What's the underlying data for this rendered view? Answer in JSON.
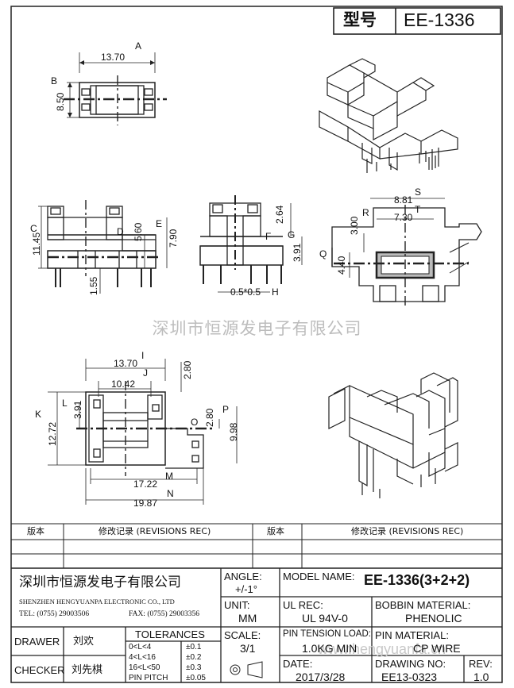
{
  "model_box": {
    "label": "型号",
    "value": "EE-1336"
  },
  "watermark": "深圳市恒源发电子有限公司",
  "watermark_url": "www.hengyuanfa.cn",
  "dimensions": {
    "top_width": "13.70",
    "top_width_ref": "A",
    "top_height": "8.50",
    "top_height_ref": "B",
    "front_height": "11.45",
    "front_height_ref": "C",
    "front_inner": "5.60",
    "front_inner_ref": "D",
    "front_right": "7.90",
    "front_right_ref": "E",
    "front_pin": "1.55",
    "side_upper": "2.64",
    "side_upper_ref": "F",
    "side_lower": "3.91",
    "side_lower_ref": "G",
    "side_pin": "0.5*0.5",
    "side_pin_ref": "H",
    "core_outer": "8.81",
    "core_outer_ref": "S",
    "core_inner": "7.30",
    "core_inner_ref": "T",
    "core_top": "3.00",
    "core_top_ref": "R",
    "core_left": "4.40",
    "core_left_ref": "Q",
    "bottom_top": "13.70",
    "bottom_top_ref": "I",
    "bottom_inner": "10.42",
    "bottom_inner_ref": "J",
    "bottom_right_top": "2.80",
    "bottom_left": "12.72",
    "bottom_left_ref": "K",
    "bottom_left_inner": "3.91",
    "bottom_left_inner_ref": "L",
    "bottom_mid": "2.80",
    "bottom_mid_ref": "O",
    "bottom_right": "9.98",
    "bottom_right_ref": "P",
    "bottom_base": "17.22",
    "bottom_base_ref": "M",
    "bottom_total": "19.87",
    "bottom_total_ref": "N"
  },
  "revisions": {
    "col1": "版本",
    "col2": "修改记录 (REVISIONS REC)",
    "col3": "版本",
    "col4": "修改记录 (REVISIONS REC)"
  },
  "title_block": {
    "company_cn": "深圳市恒源发电子有限公司",
    "company_en": "SHENZHEN HENGYUANPA ELECTRONIC CO., LTD",
    "tel": "TEL: (0755) 29003506",
    "fax": "FAX: (0755) 29003356",
    "angle_label": "ANGLE:",
    "angle_value": "+/-1°",
    "model_label": "MODEL NAME:",
    "model_value": "EE-1336(3+2+2)",
    "unit_label": "UNIT:",
    "unit_value": "MM",
    "ul_label": "UL REC:",
    "ul_value": "UL 94V-0",
    "bobbin_label": "BOBBIN MATERIAL:",
    "bobbin_value": "PHENOLIC",
    "drawer_label": "DRAWER",
    "drawer_name": "刘欢",
    "checker_label": "CHECKER",
    "checker_name": "刘先棋",
    "tolerances_title": "TOLERANCES",
    "tol_rows": [
      {
        "range": "0<L<4",
        "tol": "±0.1"
      },
      {
        "range": "4<L<16",
        "tol": "±0.2"
      },
      {
        "range": "16<L<50",
        "tol": "±0.3"
      },
      {
        "range": "PIN PITCH",
        "tol": "±0.05"
      }
    ],
    "scale_label": "SCALE:",
    "scale_value": "3/1",
    "pin_tension_label": "PIN TENSION LOAD:",
    "pin_tension_value": "1.0KG MIN",
    "pin_material_label": "PIN MATERIAL:",
    "pin_material_value": "CP WIRE",
    "date_label": "DATE:",
    "date_value": "2017/3/28",
    "drawing_no_label": "DRAWING NO:",
    "drawing_no_value": "EE13-0323",
    "rev_label": "REV:",
    "rev_value": "1.0"
  }
}
